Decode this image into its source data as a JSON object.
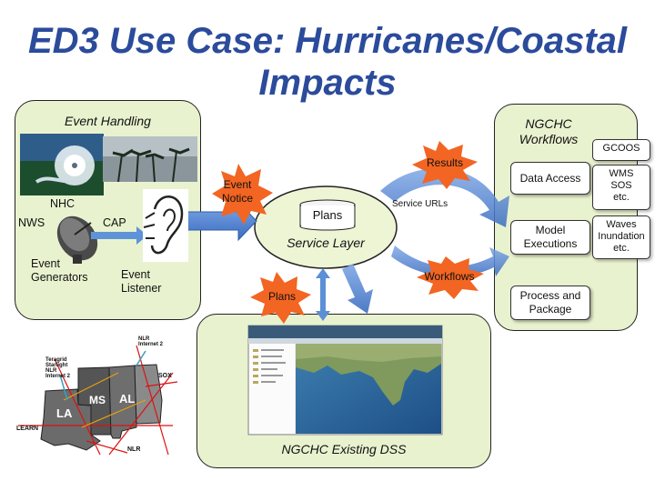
{
  "title_line1": "ED3 Use Case: Hurricanes/Coastal",
  "title_line2": "Impacts",
  "event_handling": {
    "title": "Event Handling",
    "nhc": "NHC",
    "nws": "NWS",
    "cap": "CAP",
    "generators": "Event\nGenerators",
    "listener": "Event\nListener"
  },
  "service_layer": {
    "plans": "Plans",
    "label": "Service Layer",
    "urls": "Service URLs"
  },
  "bursts": {
    "event_notice": "Event\nNotice",
    "results": "Results",
    "workflows": "Workflows",
    "plans": "Plans"
  },
  "workflows_panel": {
    "title": "NGCHC\nWorkflows",
    "data_access": "Data Access",
    "model_exec": "Model\nExecutions",
    "process": "Process and\nPackage",
    "gcoos": "GCOOS",
    "wms": "WMS\nSOS\netc.",
    "waves": "Waves\nInundation\netc."
  },
  "dss": {
    "label": "NGCHC Existing DSS"
  },
  "map_labels": [
    "Teragrid",
    "Starlight",
    "NLR",
    "Internet 2",
    "LA",
    "MS",
    "AL",
    "SOX",
    "LEARN",
    "NLR",
    "NLR",
    "Internet 2"
  ],
  "colors": {
    "panel": "#e9f2cf",
    "title": "#2b4b9b",
    "arrow": "#4a7fcf",
    "burst": "#f26522"
  }
}
